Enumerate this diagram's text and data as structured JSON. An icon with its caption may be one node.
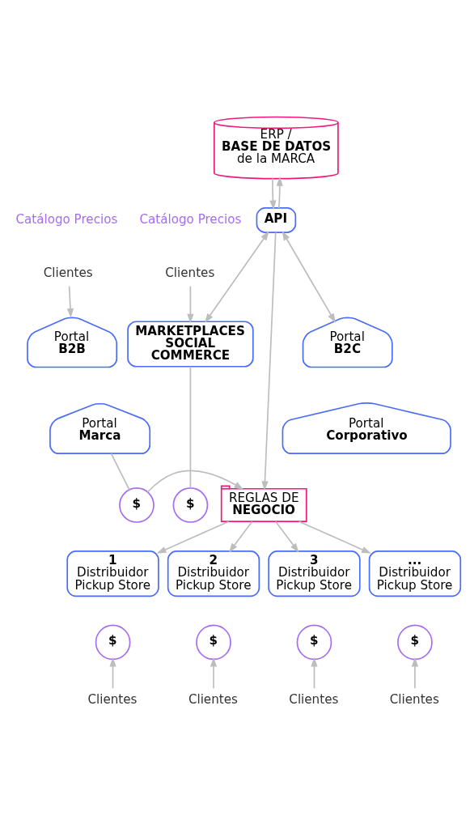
{
  "diagram": {
    "nodes": [
      {
        "text": [
          "ERP /",
          "BASE DE DATOS",
          "de la MARCA"
        ]
      },
      {
        "text": [
          "API"
        ]
      },
      {
        "text": [
          "Clientes"
        ]
      },
      {
        "text": [
          "Portal",
          "B2B"
        ]
      },
      {
        "text": [
          "Portal",
          "B2C"
        ]
      },
      {
        "text": [
          "Portal",
          "Marca"
        ]
      },
      {
        "text": [
          "Portal",
          "Corporativo"
        ]
      },
      {
        "text": [
          "Clientes"
        ]
      },
      {
        "text": [
          "MARKETPLACES SOCIAL COMMERCE"
        ]
      },
      {
        "text": [
          "$"
        ]
      },
      {
        "text": [
          "$"
        ]
      },
      {
        "text": [
          "REGLAS DE",
          "NEGOCIO"
        ]
      },
      {
        "text": [
          "1",
          "Distribuidor Pickup Store"
        ]
      },
      {
        "text": [
          "2",
          "Distribuidor Pickup Store"
        ]
      },
      {
        "text": [
          "3",
          "Distribuidor Pickup Store"
        ]
      },
      {
        "text": [
          "...",
          "Distribuidor Pickup Store"
        ]
      },
      {
        "text": [
          "$"
        ]
      },
      {
        "text": [
          "$"
        ]
      },
      {
        "text": [
          "$"
        ]
      },
      {
        "text": [
          "$"
        ]
      },
      {
        "text": [
          "Clientes"
        ]
      },
      {
        "text": [
          "Clientes"
        ]
      },
      {
        "text": [
          "Clientes"
        ]
      },
      {
        "text": [
          "Clientes"
        ]
      }
    ],
    "edges": [
      {
        "from": 1,
        "to": 0,
        "arrow": "to"
      },
      {
        "from": 0,
        "to": 1,
        "arrow": "to"
      },
      {
        "from": 1,
        "to": 4,
        "arrow": "both"
      },
      {
        "from": 1,
        "to": 8,
        "arrow": "both"
      },
      {
        "from": 2,
        "to": 3,
        "arrow": "to"
      },
      {
        "from": 7,
        "to": 8,
        "arrow": "to"
      },
      {
        "from": 5,
        "to": 9,
        "arrow": "none"
      },
      {
        "from": 9,
        "to": 11,
        "arrow": "to"
      },
      {
        "from": 1,
        "to": 11,
        "arrow": "to"
      },
      {
        "from": 8,
        "to": 10,
        "arrow": "none"
      },
      {
        "from": 11,
        "to": 12,
        "arrow": "to"
      },
      {
        "from": 11,
        "to": 13,
        "arrow": "to"
      },
      {
        "from": 11,
        "to": 14,
        "arrow": "to"
      },
      {
        "from": 11,
        "to": 15,
        "arrow": "to"
      },
      {
        "from": 20,
        "to": 16,
        "arrow": "to"
      },
      {
        "from": 21,
        "to": 17,
        "arrow": "to"
      },
      {
        "from": 22,
        "to": 18,
        "arrow": "to"
      },
      {
        "from": 23,
        "to": 19,
        "arrow": "to"
      }
    ],
    "labels": [
      "Catálogo Precios",
      "Catálogo Precios"
    ]
  }
}
